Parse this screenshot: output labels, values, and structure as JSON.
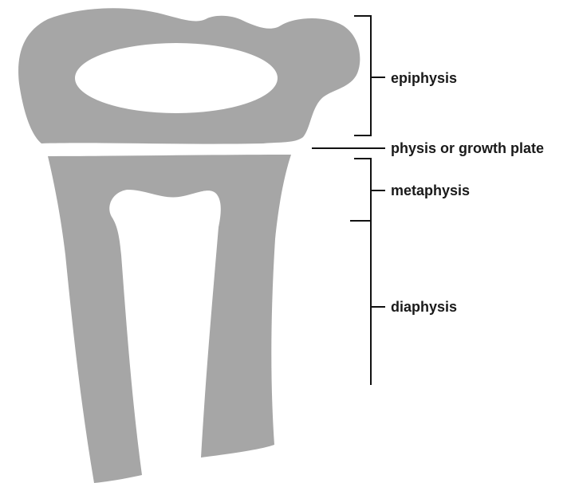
{
  "colors": {
    "bone": "#a6a6a6",
    "lines": "#111111",
    "background": "#ffffff"
  },
  "labels": {
    "epiphysis": "epiphysis",
    "physis": "physis or growth plate",
    "metaphysis": "metaphysis",
    "diaphysis": "diaphysis"
  }
}
